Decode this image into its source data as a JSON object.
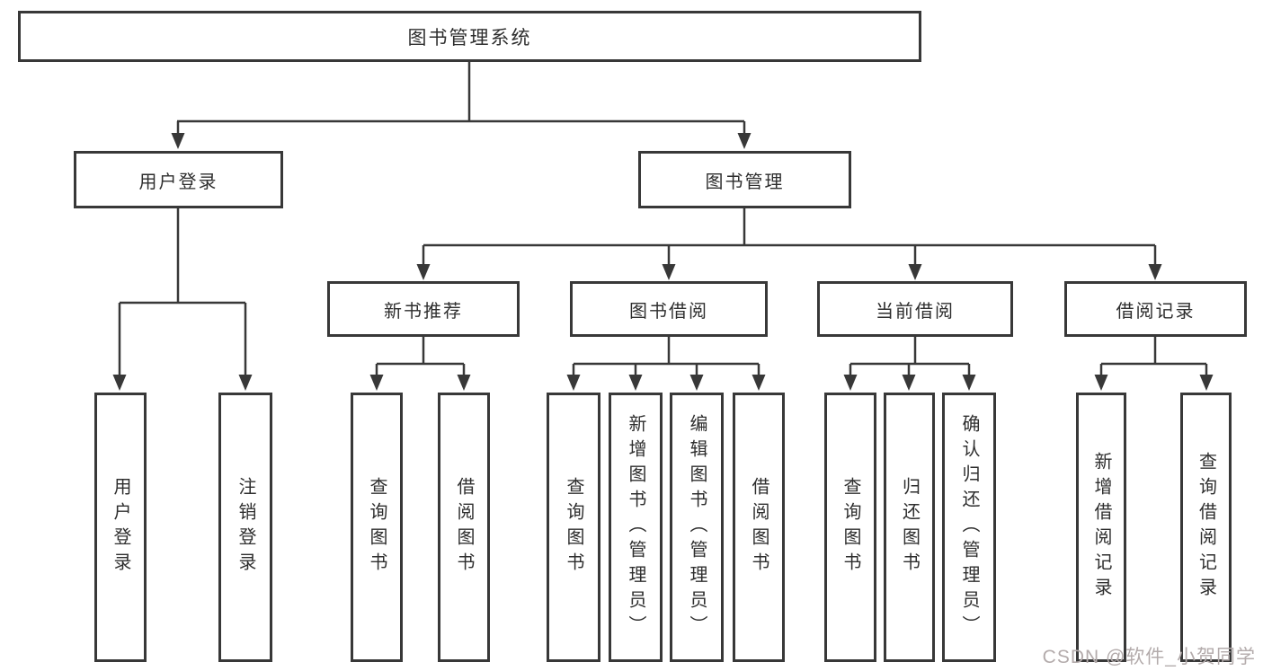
{
  "tree": {
    "label": "图书管理系统",
    "children": [
      {
        "label": "用户登录",
        "children": [
          {
            "label": "用户登录"
          },
          {
            "label": "注销登录"
          }
        ]
      },
      {
        "label": "图书管理",
        "children": [
          {
            "label": "新书推荐",
            "children": [
              {
                "label": "查询图书"
              },
              {
                "label": "借阅图书"
              }
            ]
          },
          {
            "label": "图书借阅",
            "children": [
              {
                "label": "查询图书"
              },
              {
                "label": "新增图书（管理员）"
              },
              {
                "label": "编辑图书（管理员）"
              },
              {
                "label": "借阅图书"
              }
            ]
          },
          {
            "label": "当前借阅",
            "children": [
              {
                "label": "查询图书"
              },
              {
                "label": "归还图书"
              },
              {
                "label": "确认归还（管理员）"
              }
            ]
          },
          {
            "label": "借阅记录",
            "children": [
              {
                "label": "新增借阅记录"
              },
              {
                "label": "查询借阅记录"
              }
            ]
          }
        ]
      }
    ]
  },
  "watermark": "CSDN @软件_小贺同学",
  "colors": {
    "line": "#383838",
    "box_border": "#383838",
    "text": "#2e2e2e",
    "watermark": "#b3abab",
    "background": "#ffffff"
  }
}
